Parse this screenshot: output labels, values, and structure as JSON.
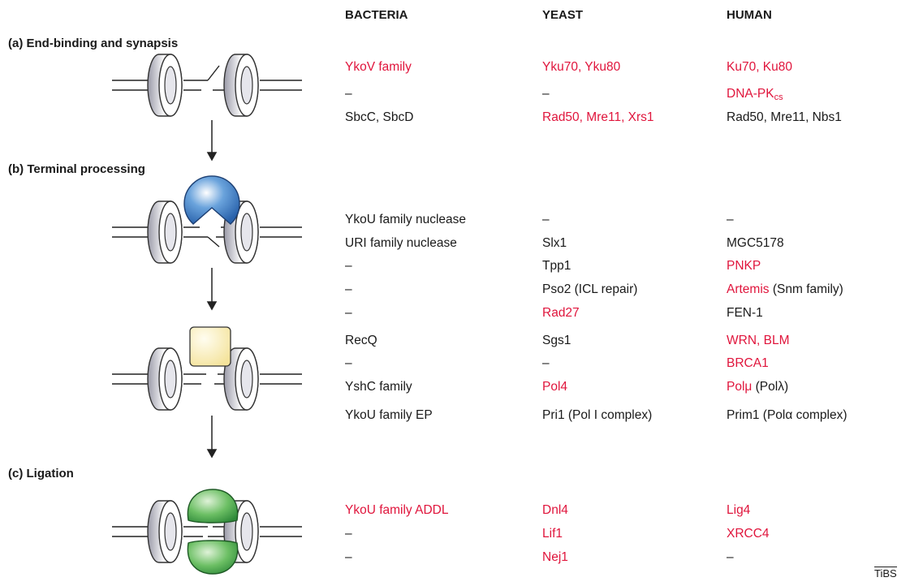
{
  "headers": [
    "BACTERIA",
    "YEAST",
    "HUMAN"
  ],
  "steps": [
    "(a) End-binding and synapsis",
    "(b) Terminal processing",
    "(c) Ligation"
  ],
  "rows": [
    [
      {
        "t": "YkoV family",
        "red": true
      },
      {
        "t": "Yku70, Yku80",
        "red": true
      },
      {
        "t": "Ku70, Ku80",
        "red": true
      }
    ],
    [
      {
        "t": "–"
      },
      {
        "t": "–"
      },
      {
        "t": "DNA-PK",
        "sub": "cs",
        "red": true
      }
    ],
    [
      {
        "t": "SbcC, SbcD"
      },
      {
        "t": "Rad50, Mre11, Xrs1",
        "red": true
      },
      {
        "t": "Rad50, Mre11, Nbs1"
      }
    ],
    [
      {
        "t": "YkoU family nuclease"
      },
      {
        "t": "–"
      },
      {
        "t": "–"
      }
    ],
    [
      {
        "t": "URI family nuclease"
      },
      {
        "t": "Slx1"
      },
      {
        "t": "MGC5178"
      }
    ],
    [
      {
        "t": "–"
      },
      {
        "t": "Tpp1"
      },
      {
        "t": "PNKP",
        "red": true
      }
    ],
    [
      {
        "t": "–"
      },
      {
        "t": "Pso2 (ICL repair)"
      },
      {
        "t": "Artemis",
        "red": true,
        "rest": " (Snm family)"
      }
    ],
    [
      {
        "t": "–"
      },
      {
        "t": "Rad27",
        "red": true
      },
      {
        "t": "FEN-1"
      }
    ],
    [
      {
        "t": "RecQ"
      },
      {
        "t": "Sgs1"
      },
      {
        "t": "WRN, BLM",
        "red": true
      }
    ],
    [
      {
        "t": "–"
      },
      {
        "t": "–"
      },
      {
        "t": "BRCA1",
        "red": true
      }
    ],
    [
      {
        "t": "YshC family"
      },
      {
        "t": "Pol4",
        "red": true
      },
      {
        "t": "Polμ",
        "red": true,
        "rest": " (Polλ)"
      }
    ],
    [
      {
        "t": "YkoU family EP"
      },
      {
        "t": "Pri1 (Pol I complex)"
      },
      {
        "t": "Prim1 (Polα complex)"
      }
    ],
    [
      {
        "t": "YkoU family ADDL",
        "red": true
      },
      {
        "t": "Dnl4",
        "red": true
      },
      {
        "t": "Lig4",
        "red": true
      }
    ],
    [
      {
        "t": "–"
      },
      {
        "t": "Lif1",
        "red": true
      },
      {
        "t": "XRCC4",
        "red": true
      }
    ],
    [
      {
        "t": "–"
      },
      {
        "t": "Nej1",
        "red": true
      },
      {
        "t": "–"
      }
    ]
  ],
  "credit": "TiBS",
  "colors": {
    "red": "#e0153c",
    "black": "#1a1a1a",
    "nuclease": "#3d7cc4",
    "polymerase": "#f7eaa6",
    "ligase": "#49a94e"
  }
}
